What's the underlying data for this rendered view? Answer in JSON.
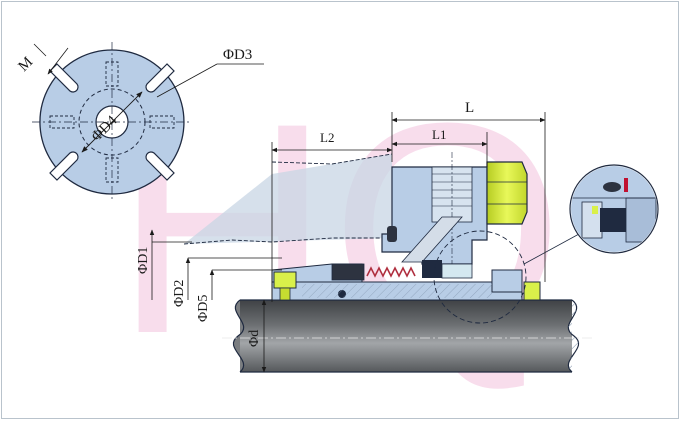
{
  "labels": {
    "m": "M",
    "d3": "ΦD3",
    "d4": "ΦD4",
    "l": "L",
    "l1": "L1",
    "l2": "L2",
    "d1": "ΦD1",
    "d2": "ΦD2",
    "d5": "ΦD5",
    "d": "Φd"
  },
  "watermark": "HQ",
  "colors": {
    "part_fill": "#b8cde6",
    "part_edge": "#1f2a40",
    "housing": "#c4d4e6",
    "shaft_dark": "#3a3d40",
    "shaft_light": "#a0a3a6",
    "nut": "#d9f04a",
    "bolt": "#e6f266",
    "watermark": "#f3c2de",
    "face_dark": "#2d3340",
    "seat_red": "#c01030"
  }
}
